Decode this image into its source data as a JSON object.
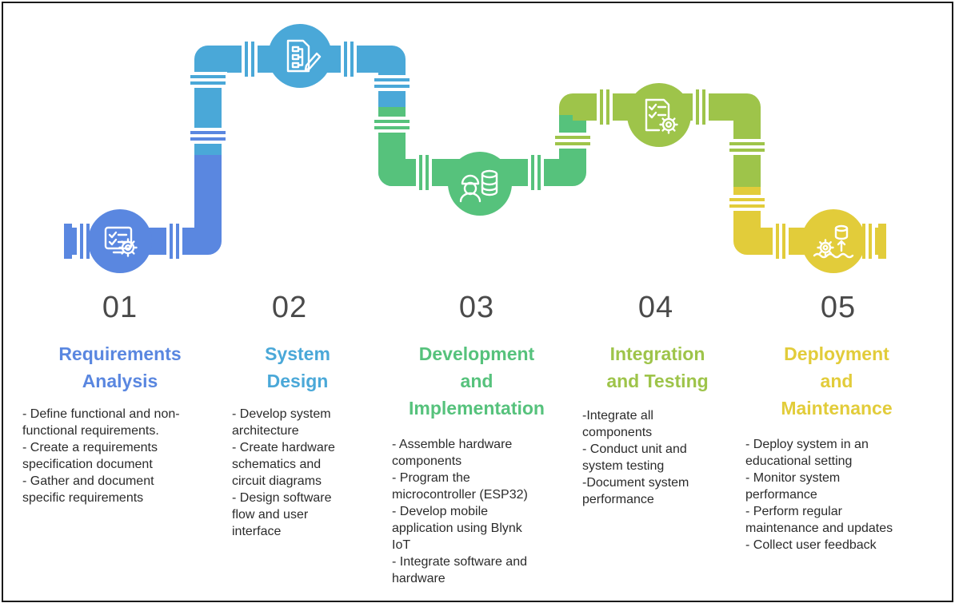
{
  "colors": {
    "stage1": "#5a87e0",
    "stage2": "#4aa8d8",
    "stage3": "#56c27c",
    "stage4": "#9ec44a",
    "stage5": "#e2cc3a"
  },
  "stages": [
    {
      "number": "01",
      "title_lines": [
        "Requirements",
        "Analysis"
      ],
      "icon": "checklist-monitor-gear-icon",
      "bullets": [
        "- Define functional and non-",
        "functional requirements.",
        "- Create a requirements",
        "specification document",
        "- Gather and document",
        "specific requirements"
      ]
    },
    {
      "number": "02",
      "title_lines": [
        "System",
        "Design"
      ],
      "icon": "document-flowchart-pencil-icon",
      "bullets": [
        "- Develop system",
        "architecture",
        "- Create hardware",
        "schematics and",
        "circuit diagrams",
        "- Design software",
        "flow and user",
        "interface"
      ]
    },
    {
      "number": "03",
      "title_lines": [
        "Development",
        "and",
        "Implementation"
      ],
      "icon": "worker-database-icon",
      "bullets": [
        "- Assemble hardware",
        "components",
        "- Program the",
        "microcontroller (ESP32)",
        "- Develop mobile",
        "application using Blynk",
        "IoT",
        "- Integrate software and",
        "hardware"
      ]
    },
    {
      "number": "04",
      "title_lines": [
        "Integration",
        "and Testing"
      ],
      "icon": "checklist-gear-icon",
      "bullets": [
        "-Integrate all",
        "components",
        "- Conduct unit and",
        "system testing",
        "-Document system",
        "performance"
      ]
    },
    {
      "number": "05",
      "title_lines": [
        "Deployment",
        "and",
        "Maintenance"
      ],
      "icon": "database-deploy-icon",
      "bullets": [
        "- Deploy system in an",
        "educational setting",
        "- Monitor system",
        "performance",
        "- Perform regular",
        "maintenance and updates",
        "- Collect user feedback"
      ]
    }
  ]
}
